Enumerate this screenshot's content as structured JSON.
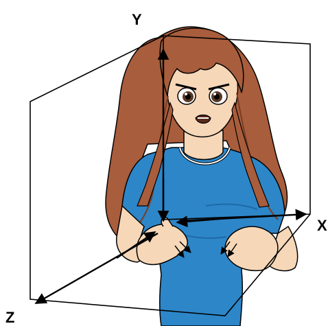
{
  "axes": {
    "x_label": "X",
    "y_label": "Y",
    "z_label": "Z"
  },
  "colors": {
    "hair": "#a85d3c",
    "hair_shadow": "#7a3d24",
    "skin": "#f6d7b8",
    "shirt": "#2d86c8",
    "shirt_shadow": "#1e6aa6",
    "lines": "#000000",
    "arrow_fill": "#000000"
  }
}
